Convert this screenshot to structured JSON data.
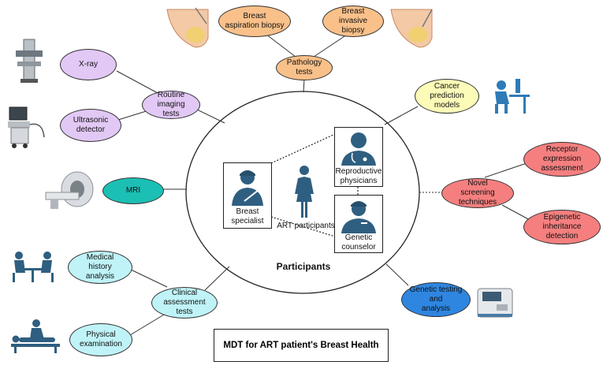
{
  "central": {
    "label": "Participants",
    "members": {
      "breast_specialist": "Breast\nspecialist",
      "art_participants": "ART participants",
      "reproductive_physicians": "Reproductive\nphysicians",
      "genetic_counselor": "Genetic\ncounselor"
    }
  },
  "title": "MDT for ART patient's Breast Health",
  "groups": {
    "pathology": {
      "hub": "Pathology\ntests",
      "items": [
        "Breast\naspiration biopsy",
        "Breast\ninvasive biopsy"
      ]
    },
    "imaging": {
      "hub": "Routine imaging\ntests",
      "items": [
        "X-ray",
        "Ultrasonic\ndetector"
      ]
    },
    "mri": "MRI",
    "cancer_prediction": "Cancer prediction\nmodels",
    "novel": {
      "hub": "Novel\nscreening techniques",
      "items": [
        "Receptor expression\nassessment",
        "Epigenetic\ninheritance detection"
      ]
    },
    "genetic": "Genetic testing and\nanalysis",
    "clinical": {
      "hub": "Clinical\nassessment tests",
      "items": [
        "Medical\nhistory analysis",
        "Physical\nexamination"
      ]
    }
  },
  "colors": {
    "pathology": "#f9c08a",
    "imaging": "#e2c8f5",
    "mri": "#1cbfb4",
    "cancer": "#fdfbb8",
    "novel": "#f57f7f",
    "genetic": "#2e86e0",
    "clinical": "#bff3f7",
    "icon_blue": "#2f5f80",
    "icon_dark": "#27506b"
  },
  "icons": [
    "breast-tissue-icon",
    "mammography-machine-icon",
    "ultrasound-machine-icon",
    "mri-scanner-icon",
    "consultation-icon",
    "physical-exam-icon",
    "computer-user-icon",
    "sequencer-device-icon",
    "doctor-icon",
    "woman-icon"
  ]
}
